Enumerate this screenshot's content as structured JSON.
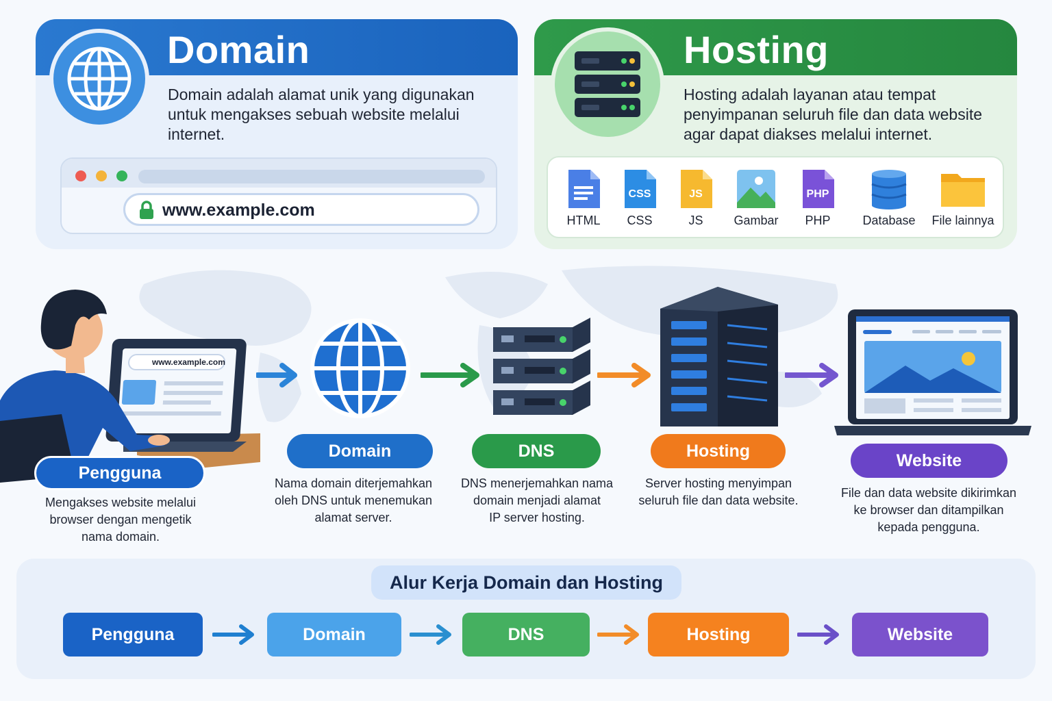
{
  "domain_card": {
    "title": "Domain",
    "description_lines": [
      "Domain adalah alamat unik yang digunakan",
      "untuk mengakses sebuah website melalui",
      "internet."
    ],
    "url": "www.example.com"
  },
  "hosting_card": {
    "title": "Hosting",
    "description_lines": [
      "Hosting adalah layanan atau tempat",
      "penyimpanan seluruh file dan data website",
      "agar dapat diakses melalui internet."
    ],
    "files": [
      {
        "label": "HTML",
        "icon": "html-file-icon"
      },
      {
        "label": "CSS",
        "icon": "css-file-icon",
        "badge": "CSS"
      },
      {
        "label": "JS",
        "icon": "js-file-icon",
        "badge": "JS"
      },
      {
        "label": "Gambar",
        "icon": "image-file-icon"
      },
      {
        "label": "PHP",
        "icon": "php-file-icon",
        "badge": "PHP"
      },
      {
        "label": "Database",
        "icon": "database-icon"
      },
      {
        "label": "File lainnya",
        "icon": "folder-icon"
      }
    ]
  },
  "flow": {
    "laptop_url": "www.example.com",
    "steps": [
      {
        "label": "Pengguna",
        "color": "#1a63c6",
        "desc": [
          "Mengakses website melalui",
          "browser dengan mengetik",
          "nama domain."
        ]
      },
      {
        "label": "Domain",
        "color": "#1f6fc9",
        "desc": [
          "Nama domain diterjemahkan",
          "oleh DNS untuk menemukan",
          "alamat server."
        ]
      },
      {
        "label": "DNS",
        "color": "#2a9a4a",
        "desc": [
          "DNS menerjemahkan nama",
          "domain menjadi alamat",
          "IP server hosting."
        ]
      },
      {
        "label": "Hosting",
        "color": "#f07a1c",
        "desc": [
          "Server hosting menyimpan",
          "seluruh file dan data website."
        ]
      },
      {
        "label": "Website",
        "color": "#6a44c8",
        "desc": [
          "File dan data website dikirimkan",
          "ke browser dan ditampilkan",
          "kepada pengguna."
        ]
      }
    ],
    "arrow_colors": [
      "#2b84d8",
      "#2a9a4a",
      "#f28c28",
      "#7457cf"
    ]
  },
  "workflow": {
    "title": "Alur Kerja Domain dan Hosting",
    "boxes": [
      {
        "label": "Pengguna",
        "color": "#1a63c6"
      },
      {
        "label": "Domain",
        "color": "#4ba3ea"
      },
      {
        "label": "DNS",
        "color": "#45b060"
      },
      {
        "label": "Hosting",
        "color": "#f5821f"
      },
      {
        "label": "Website",
        "color": "#7b52cc"
      }
    ],
    "arrow_colors": [
      "#1f7fd0",
      "#2a8fd0",
      "#f28c28",
      "#6a50c8"
    ]
  }
}
